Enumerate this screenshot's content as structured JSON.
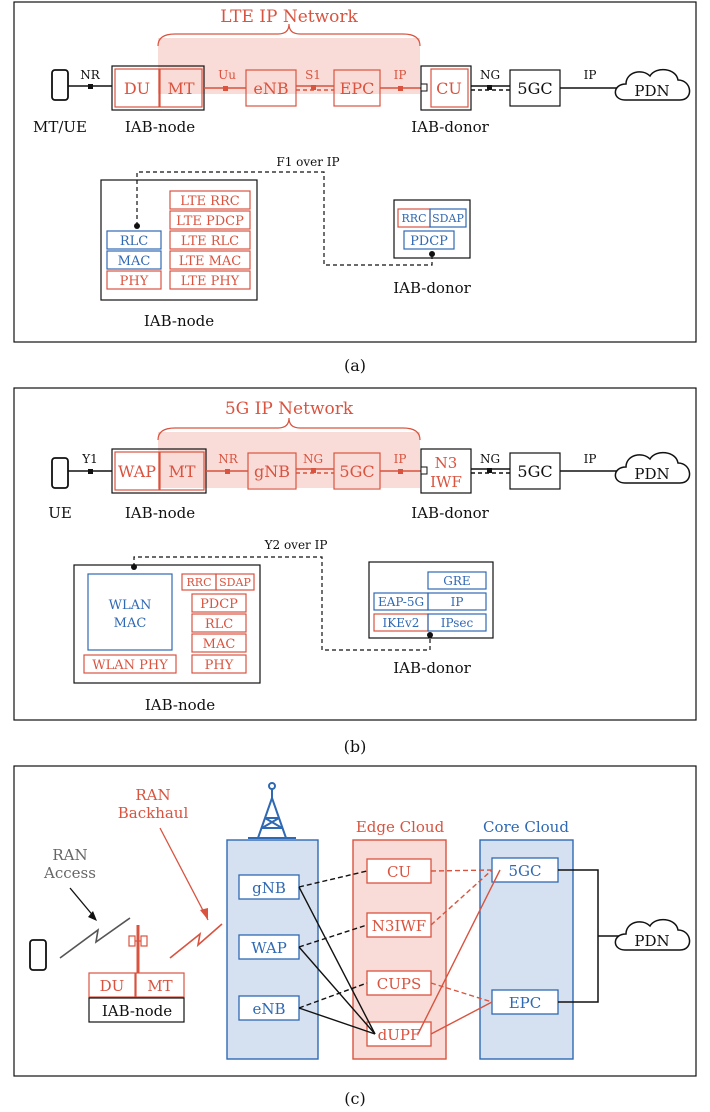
{
  "colors": {
    "red": "#d9533f",
    "blue": "#2f69b3",
    "black": "#111111",
    "red_fill": "#f9dcd7",
    "blue_fill": "#d5e1f0"
  },
  "panel_a": {
    "network_title": "LTE IP Network",
    "device_label": "MT/UE",
    "nr": "NR",
    "du": "DU",
    "mt": "MT",
    "uu": "Uu",
    "enb": "eNB",
    "s1": "S1",
    "epc": "EPC",
    "ip1": "IP",
    "cu": "CU",
    "ng": "NG",
    "core": "5GC",
    "ip2": "IP",
    "pdn": "PDN",
    "iab_node": "IAB-node",
    "iab_donor": "IAB-donor",
    "f1": "F1 over IP",
    "node_stack_left": [
      "RLC",
      "MAC",
      "PHY"
    ],
    "node_stack_right": [
      "LTE RRC",
      "LTE PDCP",
      "LTE RLC",
      "LTE MAC",
      "LTE PHY"
    ],
    "donor_rrc": "RRC",
    "donor_sdap": "SDAP",
    "donor_pdcp": "PDCP",
    "node_caption": "IAB-node",
    "donor_caption": "IAB-donor",
    "caption": "(a)"
  },
  "panel_b": {
    "network_title": "5G IP Network",
    "device_label": "UE",
    "y1": "Y1",
    "wap": "WAP",
    "mt": "MT",
    "nr": "NR",
    "gnb": "gNB",
    "ng1": "NG",
    "core1": "5GC",
    "ip1": "IP",
    "n3iwf_1": "N3",
    "n3iwf_2": "IWF",
    "ng2": "NG",
    "core2": "5GC",
    "ip2": "IP",
    "pdn": "PDN",
    "iab_node": "IAB-node",
    "iab_donor": "IAB-donor",
    "y2": "Y2 over IP",
    "wlan_mac_1": "WLAN",
    "wlan_mac_2": "MAC",
    "wlan_phy": "WLAN PHY",
    "rrc": "RRC",
    "sdap": "SDAP",
    "node_stack_right": [
      "PDCP",
      "RLC",
      "MAC",
      "PHY"
    ],
    "gre": "GRE",
    "eap": "EAP-5G",
    "ip": "IP",
    "ikev2": "IKEv2",
    "ipsec": "IPsec",
    "node_caption": "IAB-node",
    "donor_caption": "IAB-donor",
    "caption": "(b)"
  },
  "panel_c": {
    "ran_backhaul_1": "RAN",
    "ran_backhaul_2": "Backhaul",
    "ran_access_1": "RAN",
    "ran_access_2": "Access",
    "edge_cloud": "Edge Cloud",
    "core_cloud": "Core Cloud",
    "gnb": "gNB",
    "wap": "WAP",
    "enb": "eNB",
    "cu": "CU",
    "n3iwf": "N3IWF",
    "cups": "CUPS",
    "dupf": "dUPF",
    "core_5gc": "5GC",
    "epc": "EPC",
    "pdn": "PDN",
    "du": "DU",
    "mt": "MT",
    "iab_node": "IAB-node",
    "caption": "(c)"
  }
}
